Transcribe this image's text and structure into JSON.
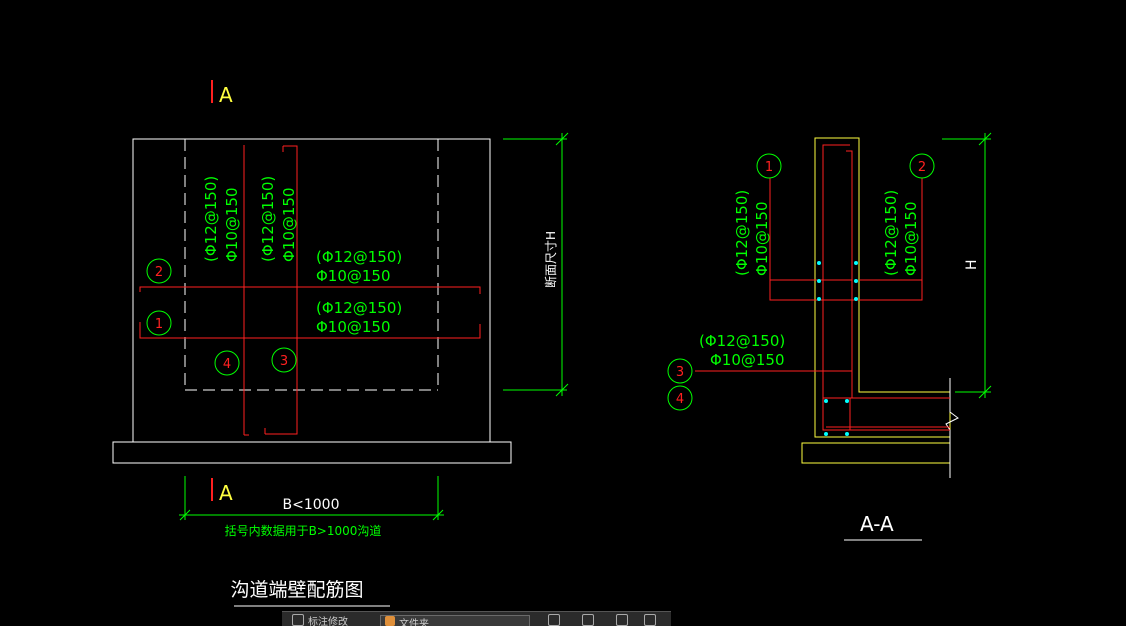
{
  "left": {
    "section_mark_top": "A",
    "section_mark_bottom": "A",
    "rebar_vert_1_a": "(Φ12@150)",
    "rebar_vert_1_b": "Φ10@150",
    "rebar_vert_2_a": "(Φ12@150)",
    "rebar_vert_2_b": "Φ10@150",
    "rebar_horiz_top_a": "(Φ12@150)",
    "rebar_horiz_top_b": "Φ10@150",
    "rebar_horiz_bot_a": "(Φ12@150)",
    "rebar_horiz_bot_b": "Φ10@150",
    "callout_2": "2",
    "callout_1": "1",
    "callout_4": "4",
    "callout_3": "3",
    "height_label": "断面尺寸H",
    "width_label": "B<1000",
    "width_note": "括号内数据用于B>1000沟道",
    "title": "沟道端壁配筋图"
  },
  "right": {
    "callout_1": "1",
    "callout_2": "2",
    "callout_3": "3",
    "callout_4": "4",
    "rebar_left_a": "(Φ12@150)",
    "rebar_left_b": "Φ10@150",
    "rebar_right_a": "(Φ12@150)",
    "rebar_right_b": "Φ10@150",
    "rebar_bottom_a": "(Φ12@150)",
    "rebar_bottom_b": "Φ10@150",
    "height_label": "H",
    "title": "A-A"
  },
  "taskbar": {
    "item1": "标注修改",
    "item2": "文件夹"
  },
  "colors": {
    "white": "#ffffff",
    "red": "#ff2020",
    "green": "#00ff00",
    "yellow": "#ffff40",
    "cyan": "#00ffff"
  }
}
